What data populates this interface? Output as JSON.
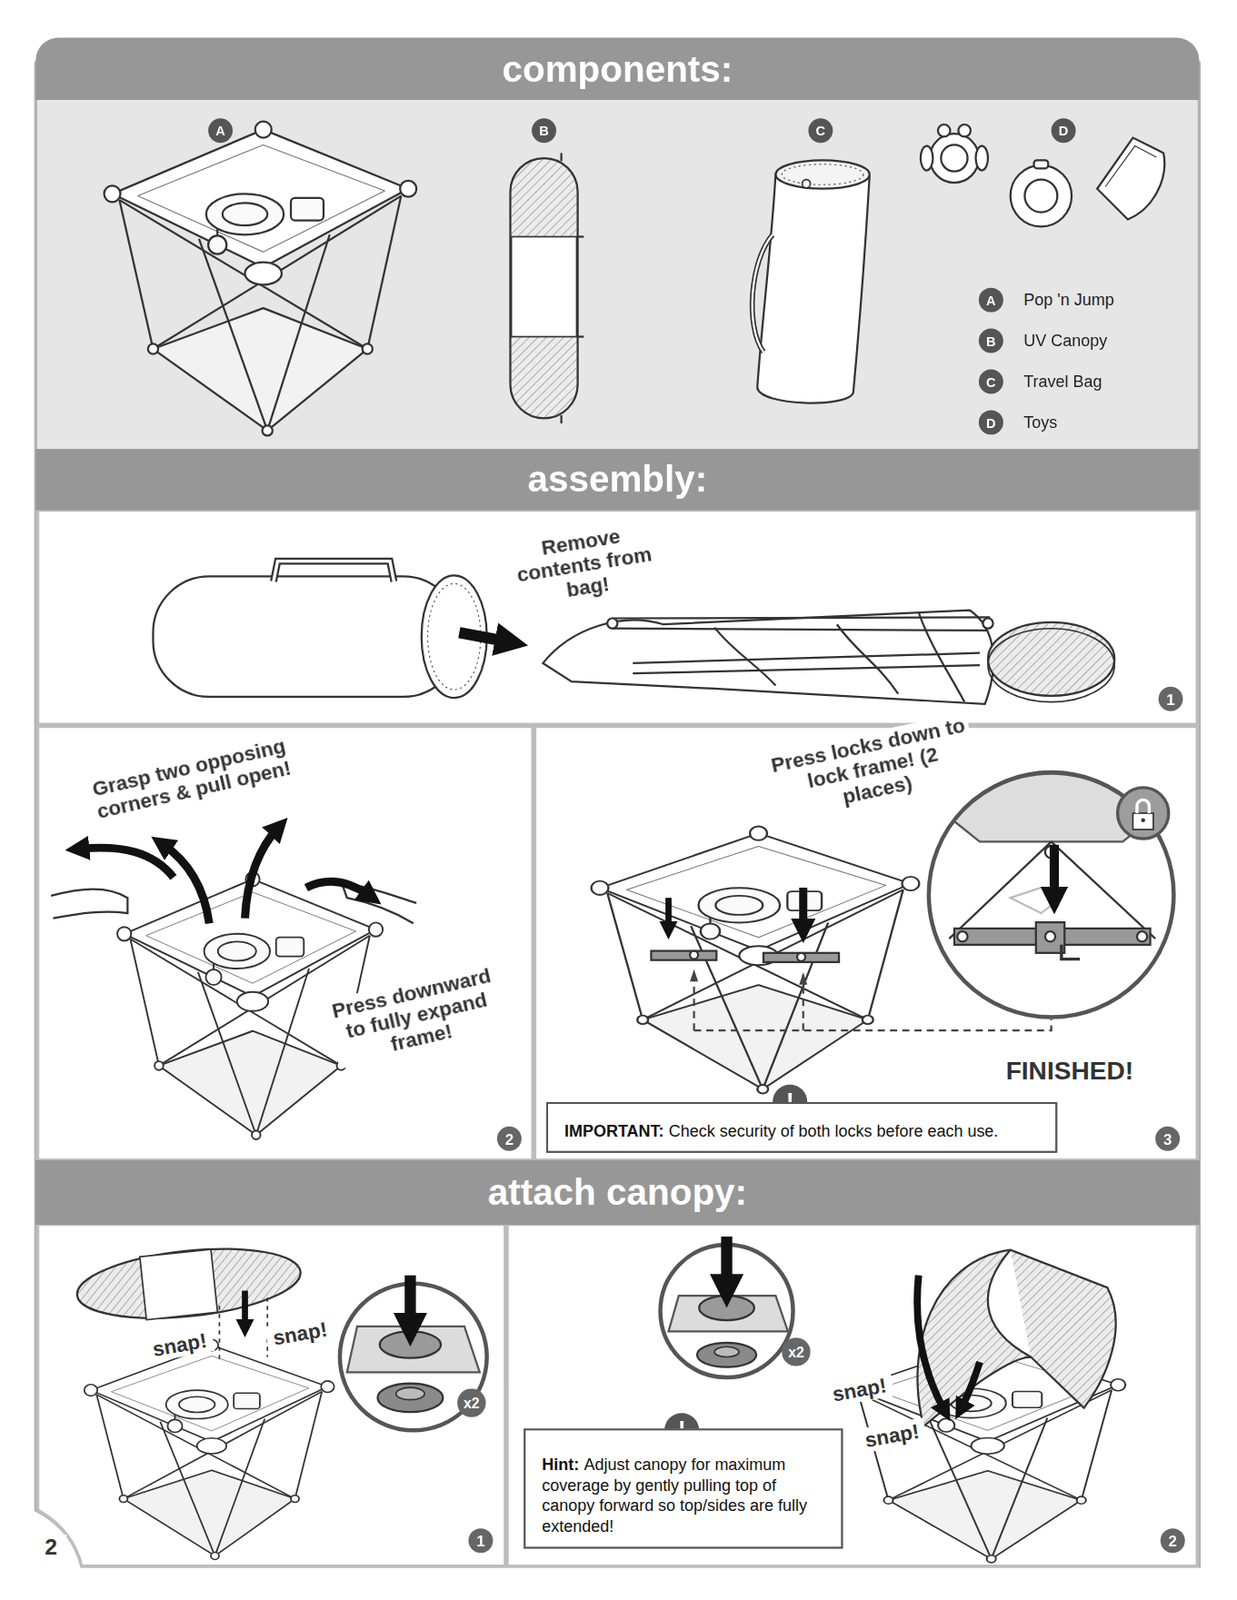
{
  "diagram": {
    "nodes": [
      {
        "text": [
          "components:"
        ]
      },
      {
        "text": [
          "A"
        ]
      },
      {
        "text": [
          "B"
        ]
      },
      {
        "text": [
          "C"
        ]
      },
      {
        "text": [
          "D"
        ]
      },
      {
        "text": [
          "A"
        ]
      },
      {
        "text": [
          "B"
        ]
      },
      {
        "text": [
          "C"
        ]
      },
      {
        "text": [
          "D"
        ]
      },
      {
        "text": [
          "assembly:"
        ]
      },
      {
        "text": [
          "1"
        ]
      },
      {
        "text": [
          "2"
        ]
      },
      {
        "text": [
          "!"
        ]
      },
      {
        "text": [
          "IMPORTANT:",
          "Check security of both locks before each use."
        ]
      },
      {
        "text": [
          "3"
        ]
      },
      {
        "text": [
          "attach canopy:"
        ]
      },
      {
        "text": [
          "x2"
        ]
      },
      {
        "text": [
          "1"
        ]
      },
      {
        "text": [
          "x2"
        ]
      },
      {
        "text": [
          "!"
        ]
      },
      {
        "text": [
          "Hint:",
          "Adjust canopy for maximum coverage by gently pulling top of canopy forward so top/sides are fully extended!"
        ]
      },
      {
        "text": [
          "2"
        ]
      }
    ],
    "labels": [
      "Pop 'n Jump",
      "UV Canopy",
      "Travel Bag",
      "Toys",
      "Remove contents from bag!",
      "Grasp two opposing corners & pull open!",
      "Press downward to fully expand frame!",
      "Press locks down to lock frame! (2 places)",
      "FINISHED!",
      "snap!",
      "snap!",
      "snap!",
      "snap!",
      "2"
    ]
  }
}
